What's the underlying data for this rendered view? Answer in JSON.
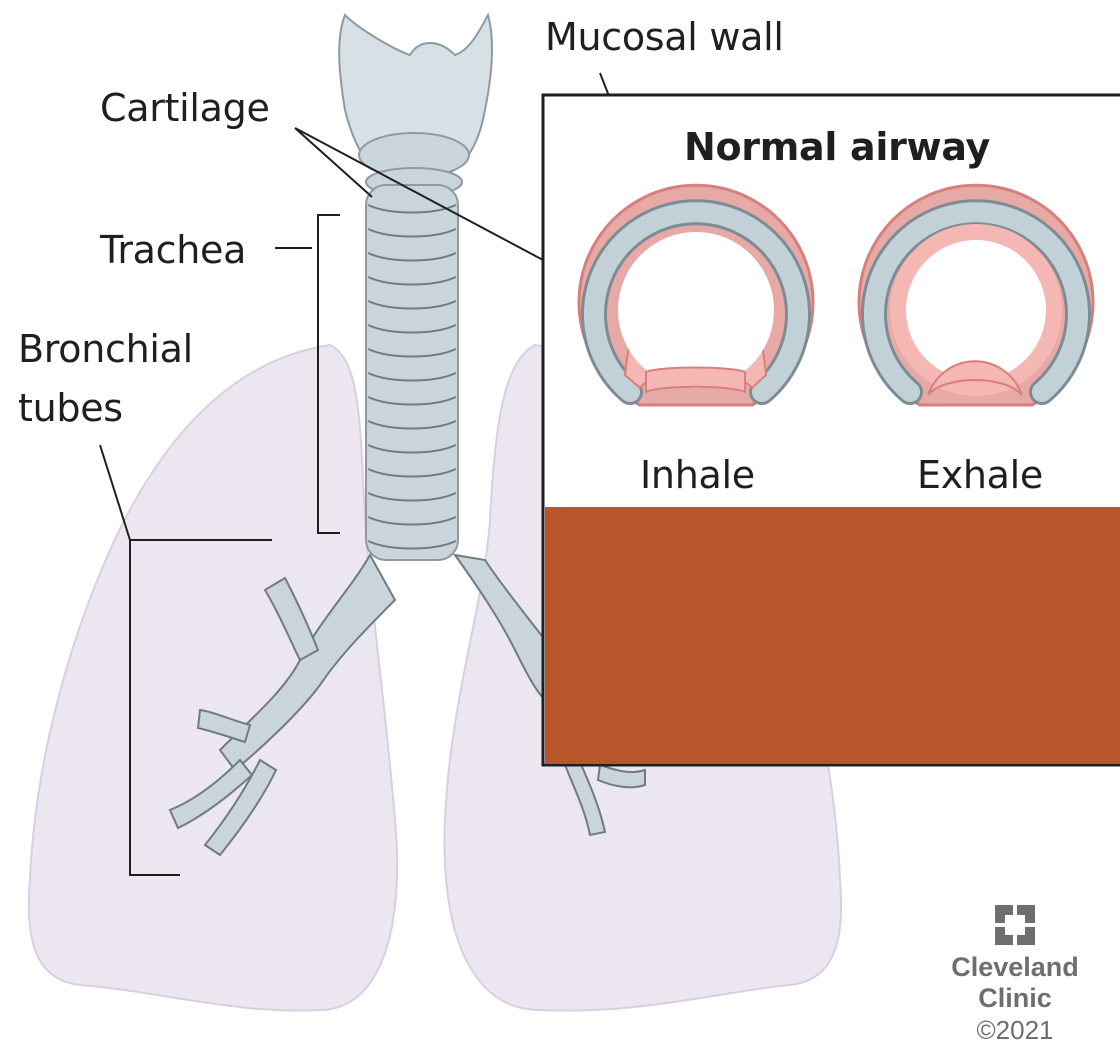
{
  "labels": {
    "mucosal_wall": "Mucosal wall",
    "cartilage": "Cartilage",
    "trachea": "Trachea",
    "bronchial_tubes_line1": "Bronchial",
    "bronchial_tubes_line2": "tubes"
  },
  "inset": {
    "title": "Normal airway",
    "inhale": "Inhale",
    "exhale": "Exhale",
    "cover_color": "#b9552a"
  },
  "credit": {
    "org_line1": "Cleveland",
    "org_line2": "Clinic",
    "copyright": "©2021"
  },
  "colors": {
    "lung": "#ece6f1",
    "lung_edge": "#d8cfe2",
    "trachea": "#c9d5db",
    "trachea_dark": "#8e9aa3",
    "cartilage_ring": "#b7c8cf",
    "mucosa": "#f4b7b3",
    "mucosa_edge": "#d77f7c",
    "line": "#1f1f1f"
  }
}
